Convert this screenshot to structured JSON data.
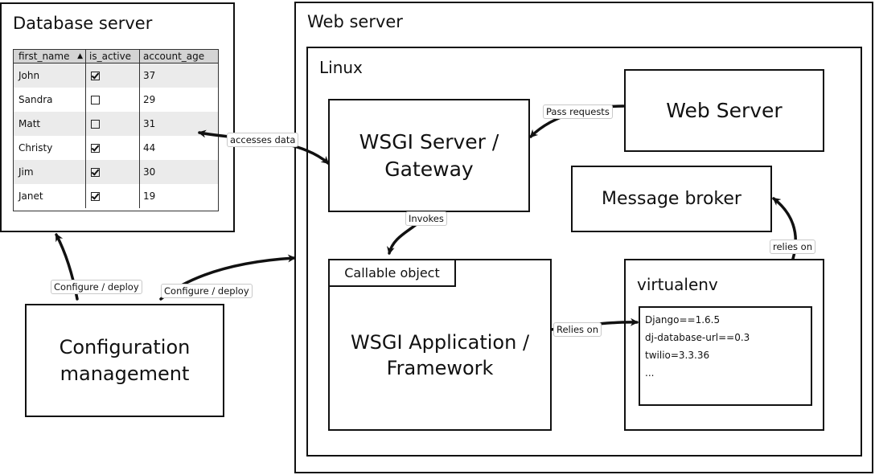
{
  "database_server": {
    "title": "Database server",
    "table": {
      "columns": [
        "first_name",
        "is_active",
        "account_age"
      ],
      "sorted_column": "first_name",
      "rows": [
        {
          "first_name": "John",
          "is_active": true,
          "account_age": "37"
        },
        {
          "first_name": "Sandra",
          "is_active": false,
          "account_age": "29"
        },
        {
          "first_name": "Matt",
          "is_active": false,
          "account_age": "31"
        },
        {
          "first_name": "Christy",
          "is_active": true,
          "account_age": "44"
        },
        {
          "first_name": "Jim",
          "is_active": true,
          "account_age": "30"
        },
        {
          "first_name": "Janet",
          "is_active": true,
          "account_age": "19"
        }
      ]
    }
  },
  "web_server_outer": {
    "title": "Web server"
  },
  "linux": {
    "title": "Linux"
  },
  "wsgi_server": {
    "line1": "WSGI Server /",
    "line2": "Gateway"
  },
  "web_server_inner": {
    "title": "Web Server"
  },
  "message_broker": {
    "title": "Message broker"
  },
  "callable_object": {
    "title": "Callable object"
  },
  "wsgi_app": {
    "line1": "WSGI Application /",
    "line2": "Framework"
  },
  "virtualenv": {
    "title": "virtualenv",
    "packages": [
      "Django==1.6.5",
      "dj-database-url==0.3",
      "twilio=3.3.36",
      "..."
    ]
  },
  "config_mgmt": {
    "line1": "Configuration",
    "line2": "management"
  },
  "connectors": {
    "accesses_data": "accesses data",
    "pass_requests": "Pass requests",
    "invokes": "Invokes",
    "relies_on_upper": "Relies on",
    "relies_on_lower": "relies on",
    "configure_deploy_left": "Configure / deploy",
    "configure_deploy_right": "Configure / deploy"
  },
  "colors": {
    "stroke": "#111111",
    "header_bg": "#d4d4d4",
    "alt_row_bg": "#ebebeb"
  }
}
